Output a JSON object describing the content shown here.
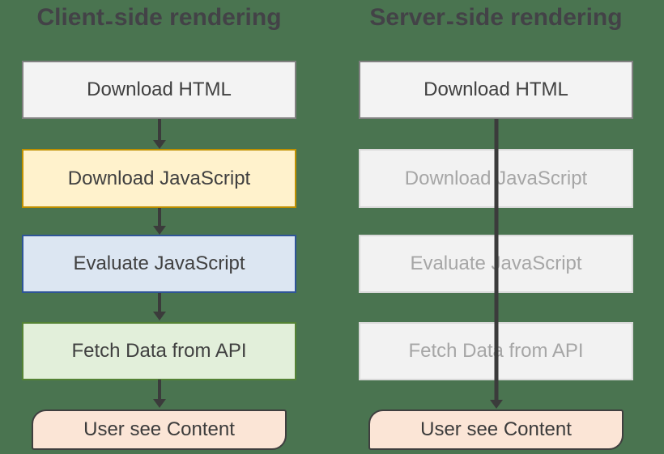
{
  "diagram": {
    "type": "comparison-flowchart",
    "background_color": "#4A7450",
    "arrow_color": "#3B3B3B",
    "title_color": "#434247",
    "columns": [
      {
        "id": "client-side",
        "title": {
          "pre": "Client",
          "sep": "-",
          "post": "side rendering"
        },
        "flow": "step-by-step arrows between every stage",
        "steps": [
          {
            "label": "Download HTML",
            "fill": "#F3F3F3",
            "border": "#808080",
            "text_color": "#404040"
          },
          {
            "label": "Download JavaScript",
            "fill": "#FFF2CC",
            "border": "#BF9000",
            "text_color": "#404040"
          },
          {
            "label": "Evaluate JavaScript",
            "fill": "#DCE6F2",
            "border": "#2F5597",
            "text_color": "#404040"
          },
          {
            "label": "Fetch Data from API",
            "fill": "#E2EFDA",
            "border": "#548235",
            "text_color": "#404040"
          },
          {
            "label": "User see Content",
            "fill": "#FBE5D6",
            "border": "#3F3F3F",
            "text_color": "#3B3B3B"
          }
        ]
      },
      {
        "id": "server-side",
        "title": {
          "pre": "Server",
          "sep": "-",
          "post": "side rendering"
        },
        "flow": "single arrow from Download HTML straight to User see Content, middle stages skipped",
        "steps": [
          {
            "label": "Download HTML",
            "fill": "#F3F3F3",
            "border": "#808080",
            "text_color": "#404040"
          },
          {
            "label": "Download JavaScript",
            "fill": "#F2F2F2",
            "border": "#D9D9D9",
            "text_color": "#A6A6A6"
          },
          {
            "label": "Evaluate JavaScript",
            "fill": "#F2F2F2",
            "border": "#D9D9D9",
            "text_color": "#A6A6A6"
          },
          {
            "label": "Fetch Data from API",
            "fill": "#F2F2F2",
            "border": "#D9D9D9",
            "text_color": "#A6A6A6"
          },
          {
            "label": "User see Content",
            "fill": "#FBE5D6",
            "border": "#3F3F3F",
            "text_color": "#3B3B3B"
          }
        ]
      }
    ]
  }
}
